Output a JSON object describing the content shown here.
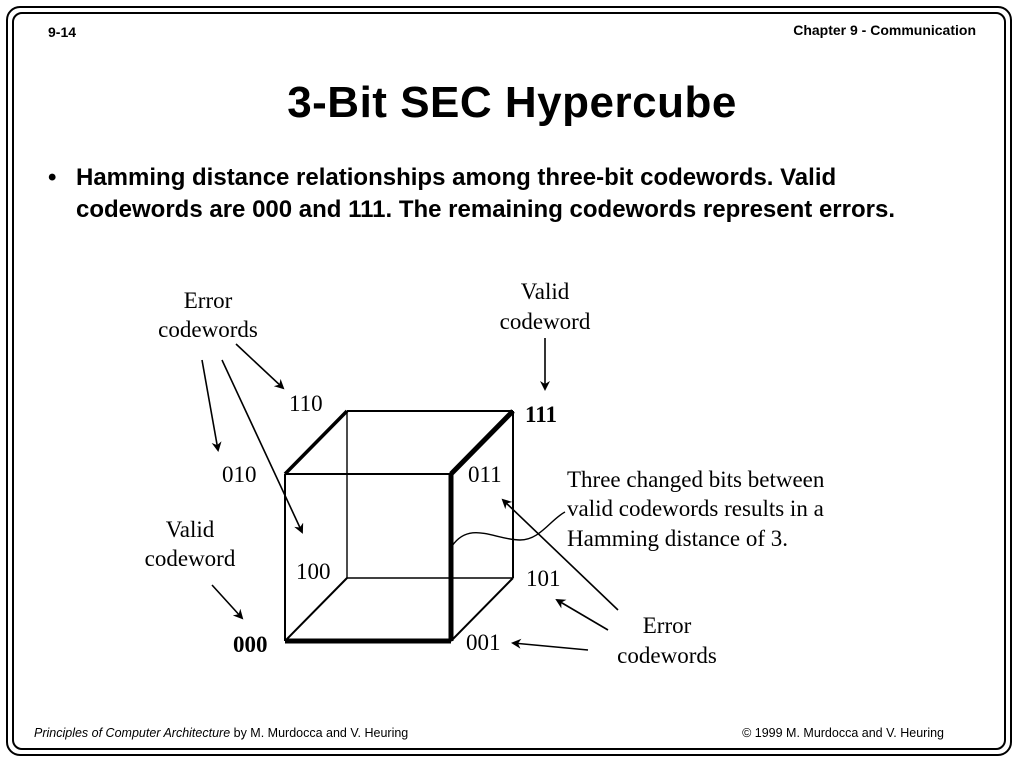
{
  "slide": {
    "number": "9-14",
    "chapter": "Chapter 9 - Communication",
    "title": "3-Bit SEC Hypercube"
  },
  "bullet": {
    "text": "Hamming distance relationships among three-bit codewords. Valid codewords are 000 and 111. The remaining codewords represent errors."
  },
  "diagram": {
    "vertices": {
      "v000": "000",
      "v001": "001",
      "v010": "010",
      "v011": "011",
      "v100": "100",
      "v101": "101",
      "v110": "110",
      "v111": "111"
    },
    "labels": {
      "error_top_1": "Error",
      "error_top_2": "codewords",
      "valid_top_1": "Valid",
      "valid_top_2": "codeword",
      "valid_left_1": "Valid",
      "valid_left_2": "codeword",
      "error_bottom_1": "Error",
      "error_bottom_2": "codewords",
      "note_1": "Three changed bits between",
      "note_2": "valid codewords results in a",
      "note_3": "Hamming distance of 3."
    }
  },
  "footer": {
    "book_title": "Principles of Computer Architecture",
    "authors": " by M. Murdocca and V. Heuring",
    "copyright": "© 1999 M. Murdocca and V. Heuring"
  }
}
